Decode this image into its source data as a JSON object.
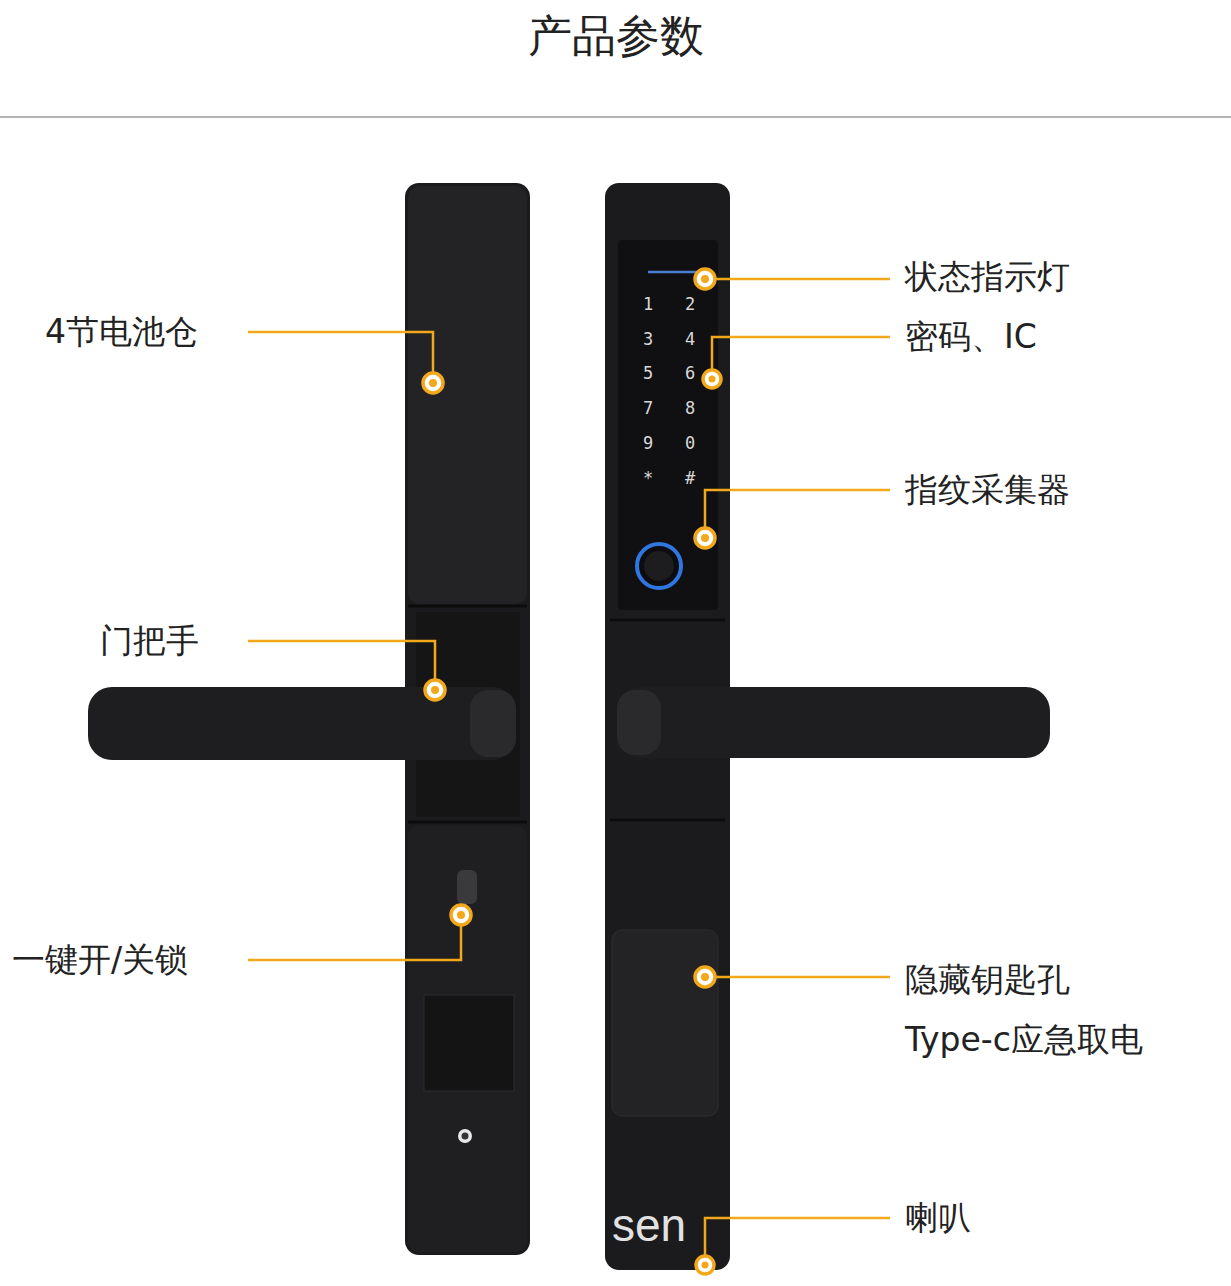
{
  "diagram": {
    "title": "产品参数",
    "labels": [
      "4节电池仓",
      "门把手",
      "一键开/关锁",
      "状态指示灯",
      "密码、IC",
      "指纹采集器",
      "隐藏钥匙孔",
      "Type-c应急取电",
      "喇叭",
      "1",
      "2",
      "3",
      "4",
      "5",
      "6",
      "7",
      "8",
      "9",
      "0",
      "*",
      "#",
      "sen"
    ]
  }
}
